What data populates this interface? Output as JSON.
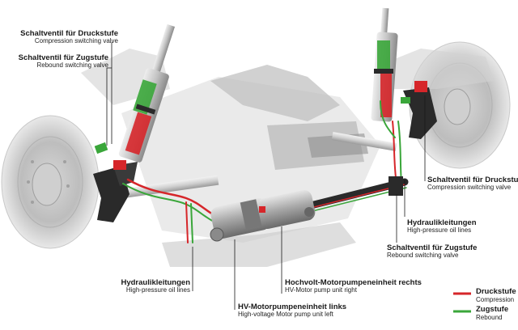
{
  "labels": {
    "left_compression": {
      "de": "Schaltventil für Druckstufe",
      "en": "Compression switching valve"
    },
    "left_rebound": {
      "de": "Schaltventil für Zugstufe",
      "en": "Rebound switching valve"
    },
    "right_compression": {
      "de": "Schaltventil für Druckstufe",
      "en": "Compression switching valve"
    },
    "right_oil_lines": {
      "de": "Hydraulikleitungen",
      "en": "High-pressure oil lines"
    },
    "right_rebound": {
      "de": "Schaltventil für Zugstufe",
      "en": "Rebound switching valve"
    },
    "bottom_oil_lines": {
      "de": "Hydraulikleitungen",
      "en": "High-pressure oil lines"
    },
    "pump_right": {
      "de": "Hochvolt-Motorpumpeneinheit rechts",
      "en": "HV-Motor pump unit right"
    },
    "pump_left": {
      "de": "HV-Motorpumpeneinheit links",
      "en": "High-voltage Motor pump unit left"
    }
  },
  "legend": [
    {
      "de": "Druckstufe",
      "en": "Compression",
      "color": "#d6262a"
    },
    {
      "de": "Zugstufe",
      "en": "Rebound",
      "color": "#3aa63a"
    }
  ],
  "colors": {
    "compression": "#d6262a",
    "rebound": "#3aa63a",
    "metal": "#c9c9c9",
    "dark": "#2a2a2a"
  }
}
